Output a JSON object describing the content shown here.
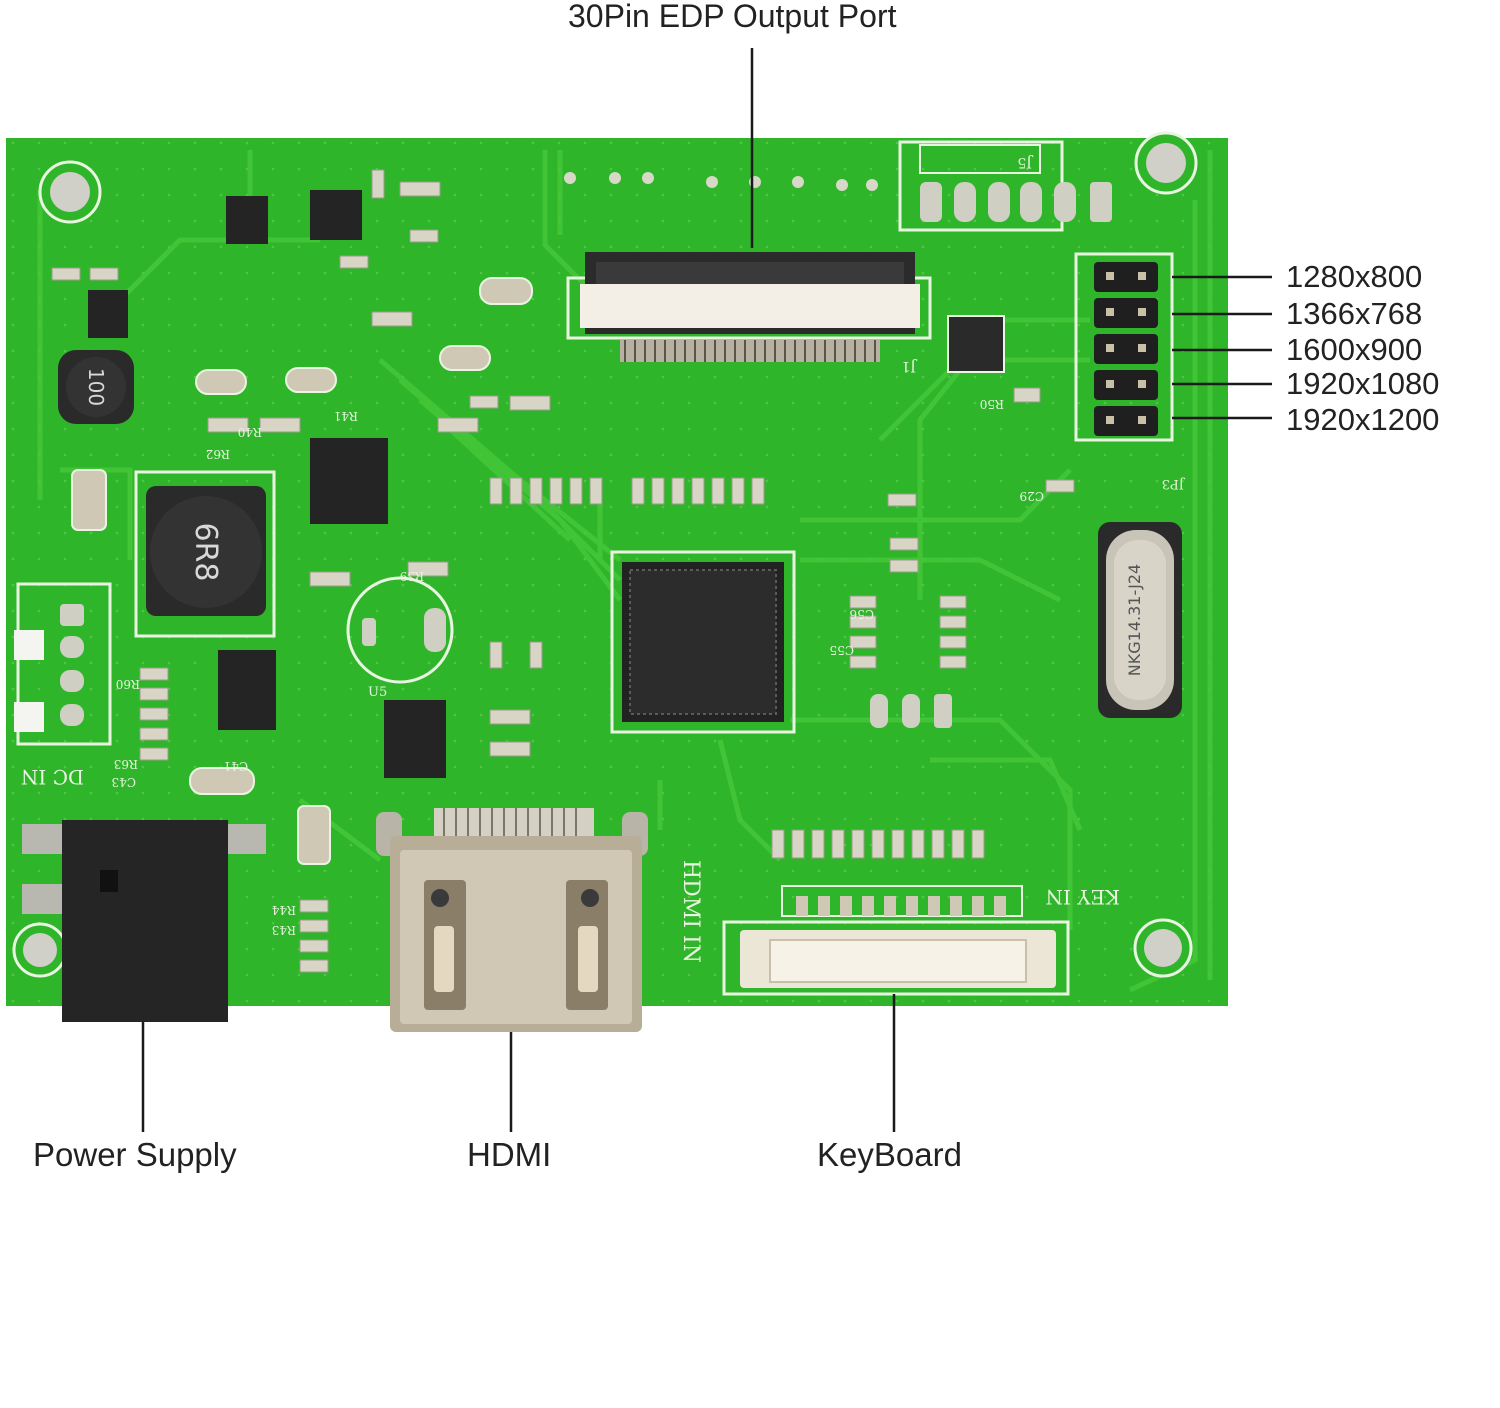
{
  "labels": {
    "edp_port": "30Pin EDP Output Port",
    "power_supply": "Power Supply",
    "hdmi": "HDMI",
    "keyboard": "KeyBoard"
  },
  "resolutions": [
    "1280x800",
    "1366x768",
    "1600x900",
    "1920x1080",
    "1920x1200"
  ],
  "board_silkscreen": {
    "inductor_small": "100",
    "inductor_large": "6R8",
    "crystal": "NKG14.31-J24",
    "dc_in": "DC IN",
    "hdmi_in": "HDMI IN",
    "key_in": "KEY IN",
    "j1": "J1",
    "j5": "J5",
    "jp3": "JP3",
    "u5": "U5",
    "r50": "R50",
    "c29": "C29",
    "c55": "C55",
    "c56": "C56",
    "r39": "R39",
    "r40": "R40",
    "r41": "R41",
    "r62": "R62",
    "r63": "R63",
    "r60": "R60",
    "c41": "C41",
    "c43": "C43",
    "r44": "R44",
    "r43": "R43"
  },
  "colors": {
    "pcb": "#2fb52a",
    "pcb_trace": "#45c83a",
    "silk": "#e8f5e0",
    "pad": "#c8c8c0",
    "chip": "#2a2a2a",
    "metal": "#b8b0a0",
    "line": "#1a1a1a",
    "text": "#222222"
  }
}
